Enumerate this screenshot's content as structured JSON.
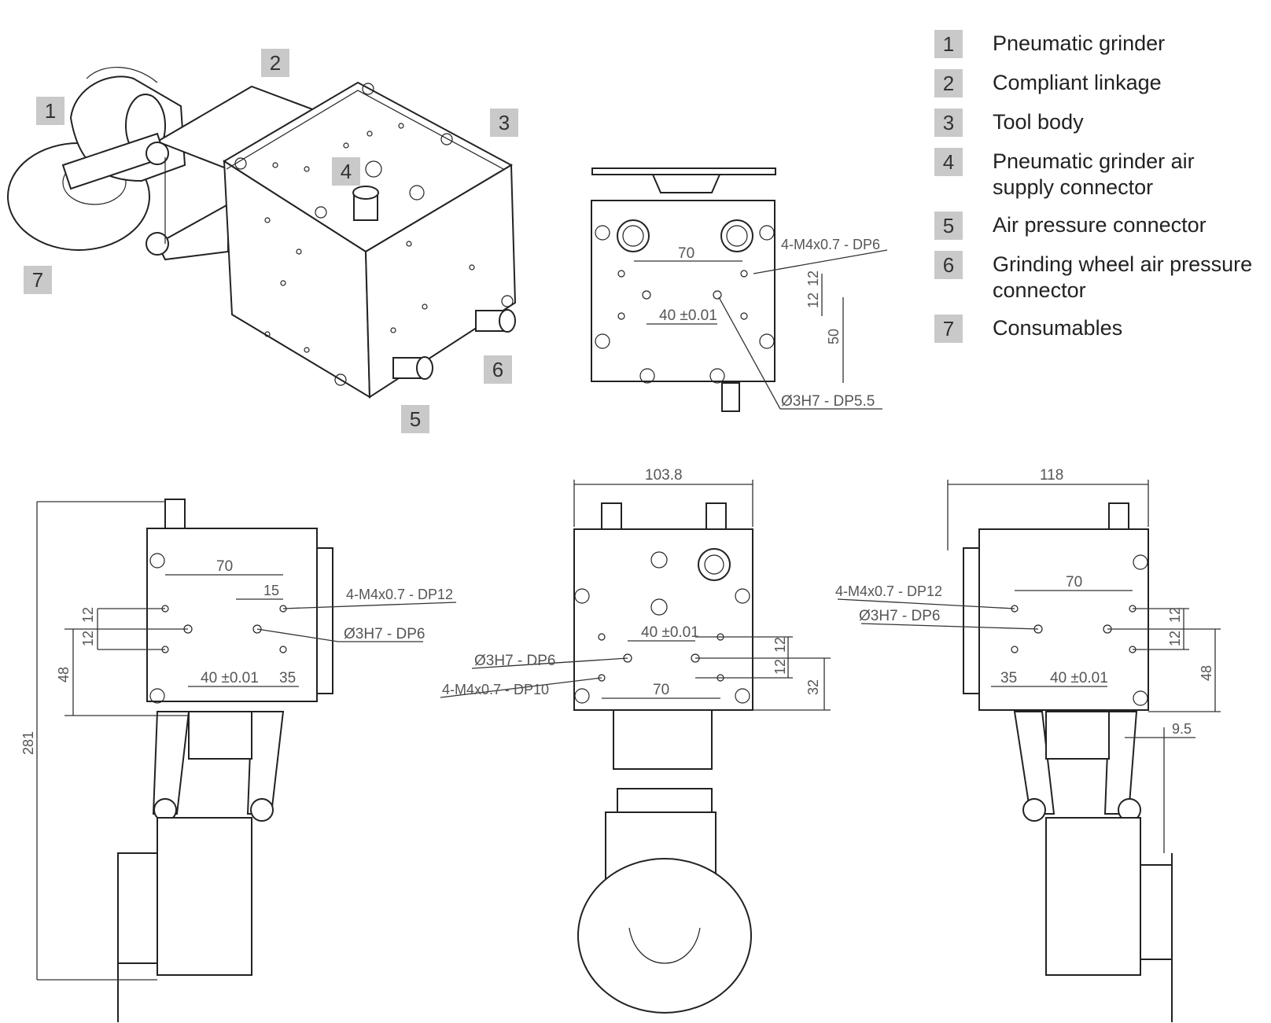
{
  "legend": [
    {
      "num": "1",
      "label": "Pneumatic grinder"
    },
    {
      "num": "2",
      "label": "Compliant linkage"
    },
    {
      "num": "3",
      "label": "Tool body"
    },
    {
      "num": "4",
      "label": "Pneumatic grinder air supply connector"
    },
    {
      "num": "5",
      "label": "Air pressure connector"
    },
    {
      "num": "6",
      "label": "Grinding wheel air pressure connector"
    },
    {
      "num": "7",
      "label": "Consumables"
    }
  ],
  "callouts": [
    "1",
    "2",
    "3",
    "4",
    "5",
    "6",
    "7"
  ],
  "top_view": {
    "dim_70": "70",
    "dim_40": "40 ±0.01",
    "dim_12a": "12",
    "dim_12b": "12",
    "dim_50": "50",
    "label_thread": "4-M4x0.7 - DP6",
    "label_pin": "Ø3H7 - DP5.5"
  },
  "left_view": {
    "dim_281": "281",
    "dim_70": "70",
    "dim_15": "15",
    "dim_12a": "12",
    "dim_12b": "12",
    "dim_48": "48",
    "dim_40": "40 ±0.01",
    "dim_35": "35",
    "label_thread": "4-M4x0.7 - DP12",
    "label_pin": "Ø3H7 - DP6"
  },
  "front_view": {
    "dim_width": "103.8",
    "dim_40": "40 ±0.01",
    "dim_12a": "12",
    "dim_12b": "12",
    "dim_32": "32",
    "dim_70": "70",
    "label_pin": "Ø3H7 - DP6",
    "label_thread": "4-M4x0.7 - DP10"
  },
  "right_view": {
    "dim_width": "118",
    "dim_70": "70",
    "dim_12a": "12",
    "dim_12b": "12",
    "dim_48": "48",
    "dim_35": "35",
    "dim_40": "40 ±0.01",
    "dim_9_5": "9.5",
    "label_thread": "4-M4x0.7 - DP12",
    "label_pin": "Ø3H7 - DP6"
  }
}
